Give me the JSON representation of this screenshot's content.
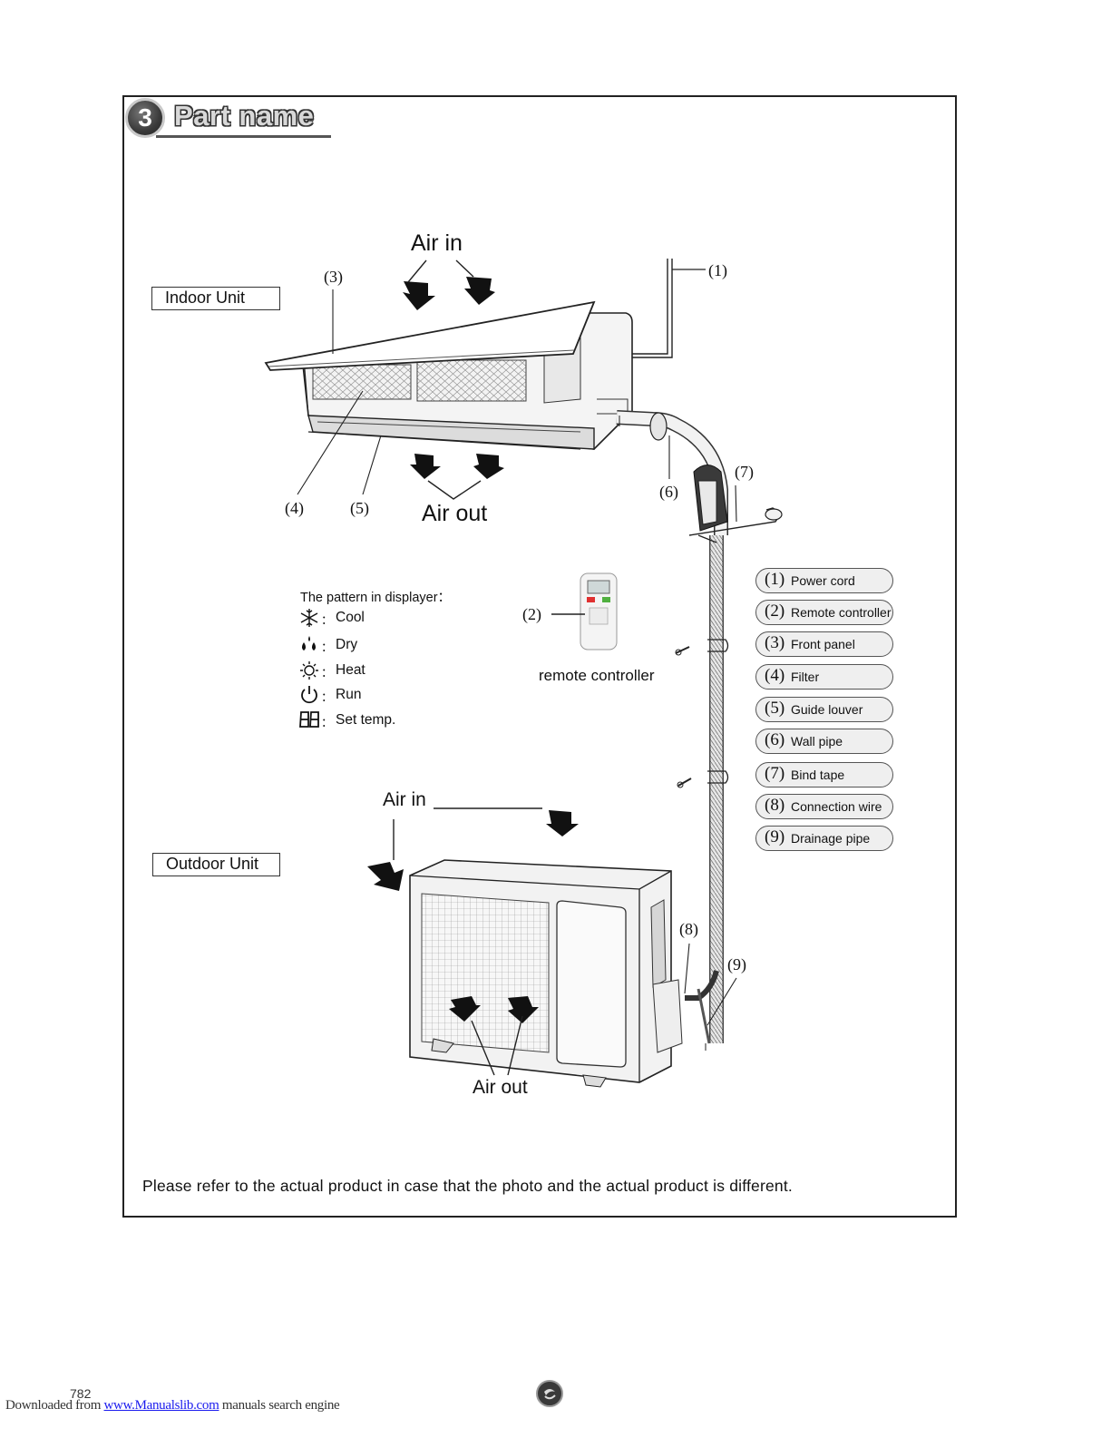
{
  "section": {
    "number": "3",
    "title": "Part name"
  },
  "indoor_unit_label": "Indoor Unit",
  "outdoor_unit_label": "Outdoor Unit",
  "airflow": {
    "indoor_air_in": "Air in",
    "indoor_air_out": "Air out",
    "outdoor_air_in": "Air in",
    "outdoor_air_out": "Air out"
  },
  "callouts": [
    "(1)",
    "(2)",
    "(3)",
    "(4)",
    "(5)",
    "(6)",
    "(7)",
    "(8)",
    "(9)"
  ],
  "remote_caption": "remote controller",
  "display_pattern": {
    "title": "The pattern in displayer：",
    "separator": "：",
    "items": [
      {
        "icon": "snowflake-icon",
        "label": "Cool"
      },
      {
        "icon": "drops-icon",
        "label": "Dry"
      },
      {
        "icon": "sun-icon",
        "label": "Heat"
      },
      {
        "icon": "power-icon",
        "label": "Run"
      },
      {
        "icon": "digits-icon",
        "label": "Set temp."
      }
    ]
  },
  "parts": [
    {
      "num": "(1)",
      "name": "Power cord"
    },
    {
      "num": "(2)",
      "name": "Remote controller"
    },
    {
      "num": "(3)",
      "name": "Front panel"
    },
    {
      "num": "(4)",
      "name": "Filter"
    },
    {
      "num": "(5)",
      "name": "Guide louver"
    },
    {
      "num": "(6)",
      "name": "Wall pipe"
    },
    {
      "num": "(7)",
      "name": "Bind tape"
    },
    {
      "num": "(8)",
      "name": "Connection wire"
    },
    {
      "num": "(9)",
      "name": "Drainage pipe"
    }
  ],
  "note": "Please refer to the actual product in case that the photo and the actual product is different.",
  "footer": {
    "page_number": "782",
    "prefix": "Downloaded from",
    "link": "www.Manualslib.com",
    "suffix": "manuals search engine"
  }
}
